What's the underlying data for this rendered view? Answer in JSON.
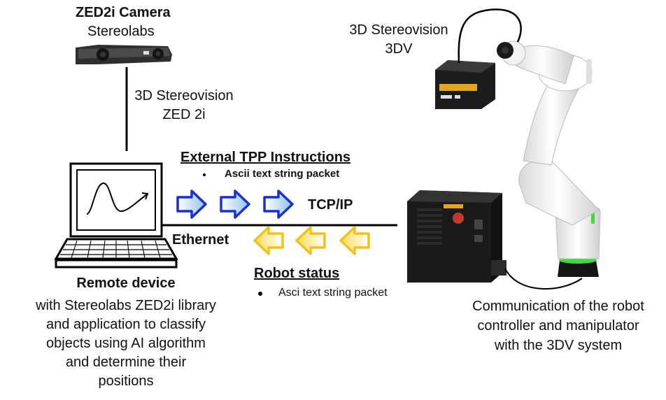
{
  "camera": {
    "name": "ZED2i Camera",
    "maker": "Stereolabs"
  },
  "zed_link": {
    "line1": "3D Stereovision",
    "line2": "ZED 2i"
  },
  "sensor_3dv": {
    "line1": "3D Stereovision",
    "line2": "3DV"
  },
  "instructions": {
    "title": "External TPP Instructions",
    "bullet": "Ascii text string packet"
  },
  "protocol": "TCP/IP",
  "ethernet": "Ethernet",
  "status": {
    "title": "Robot status",
    "bullet": "Asci text string packet"
  },
  "remote": {
    "title": "Remote device",
    "lines": [
      "with Stereolabs ZED2i library",
      "and application to classify",
      "objects using AI algorithm",
      "and determine their",
      "positions"
    ]
  },
  "robot": {
    "lines": [
      "Communication of the robot",
      "controller and manipulator",
      "with the 3DV system"
    ]
  },
  "colors": {
    "blue_arrow": "#1a2fd0",
    "yellow_arrow": "#f3c21a",
    "green_accent": "#3ddc3d"
  }
}
